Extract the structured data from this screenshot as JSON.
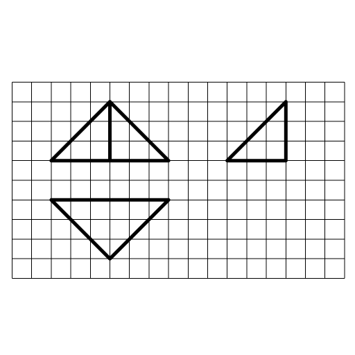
{
  "grid": {
    "columns": 17,
    "rows": 10,
    "line_color": "#000000",
    "background": "#ffffff"
  },
  "shapes": [
    {
      "name": "left-triangle-with-altitude",
      "points": [
        [
          2,
          4
        ],
        [
          5,
          1
        ],
        [
          8,
          4
        ]
      ],
      "closed": true,
      "segments": [
        [
          [
            5,
            1
          ],
          [
            5,
            4
          ]
        ]
      ]
    },
    {
      "name": "right-triangle",
      "points": [
        [
          11,
          4
        ],
        [
          14,
          1
        ],
        [
          14,
          4
        ]
      ],
      "closed": true,
      "segments": []
    },
    {
      "name": "inverted-triangle",
      "points": [
        [
          2,
          6
        ],
        [
          8,
          6
        ],
        [
          5,
          9
        ]
      ],
      "closed": true,
      "segments": []
    }
  ]
}
